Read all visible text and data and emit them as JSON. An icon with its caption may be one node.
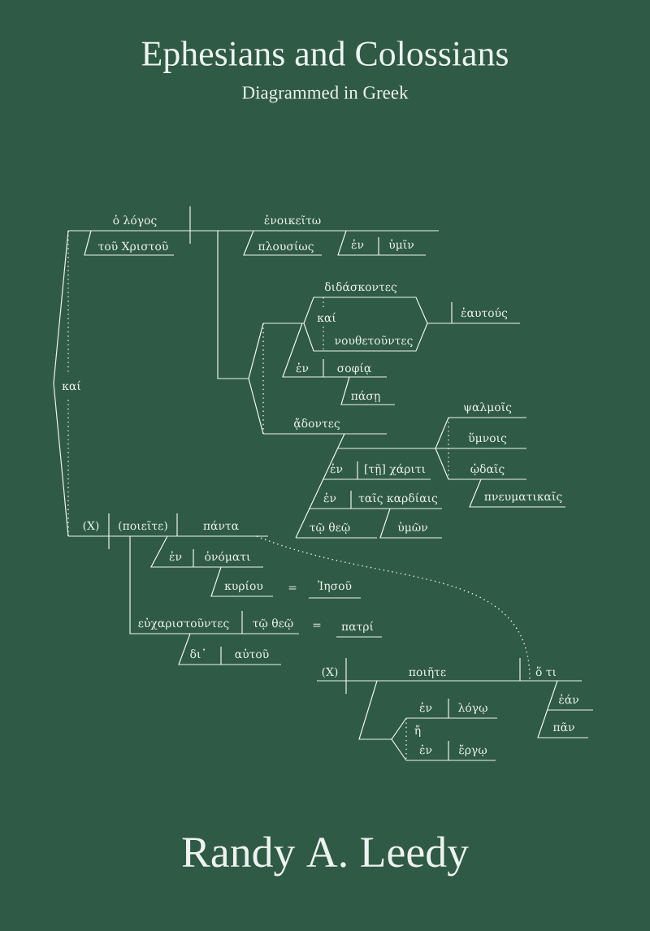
{
  "diagram": {
    "title": "Ephesians and Colossians",
    "labels": [
      "Diagrammed in Greek",
      "ὁ λόγος",
      "ἐνοικεῖτω",
      "τοῦ Χριστοῦ",
      "πλουσίως",
      "ἐν",
      "ὑμῖν",
      "διδάσκοντες",
      "καί",
      "ἑαυτούς",
      "νουθετοῦντες",
      "ἐν",
      "σοφίᾳ",
      "πάσῃ",
      "ᾄδοντες",
      "ψαλμοῖς",
      "ὕμνοις",
      "ἐν",
      "[τῇ] χάριτι",
      "ᾠδαῖς",
      "ἐν",
      "ταῖς καρδίαις",
      "πνευματικαῖς",
      "τῷ θεῷ",
      "ὑμῶν",
      "καί",
      "(X)",
      "(ποιεῖτε)",
      "πάντα",
      "ἐν",
      "ὀνόματι",
      "κυρίου",
      "=",
      "Ἰησοῦ",
      "εὐχαριστοῦντες",
      "τῷ θεῷ",
      "=",
      "πατρί",
      "δι᾽",
      "αὐτοῦ",
      "(X)",
      "ποιῆτε",
      "ὅ τι",
      "ἐάν",
      "ἐν",
      "λόγῳ",
      "ἤ",
      "πᾶν",
      "ἐν",
      "ἔργῳ",
      "Randy A. Leedy"
    ]
  }
}
